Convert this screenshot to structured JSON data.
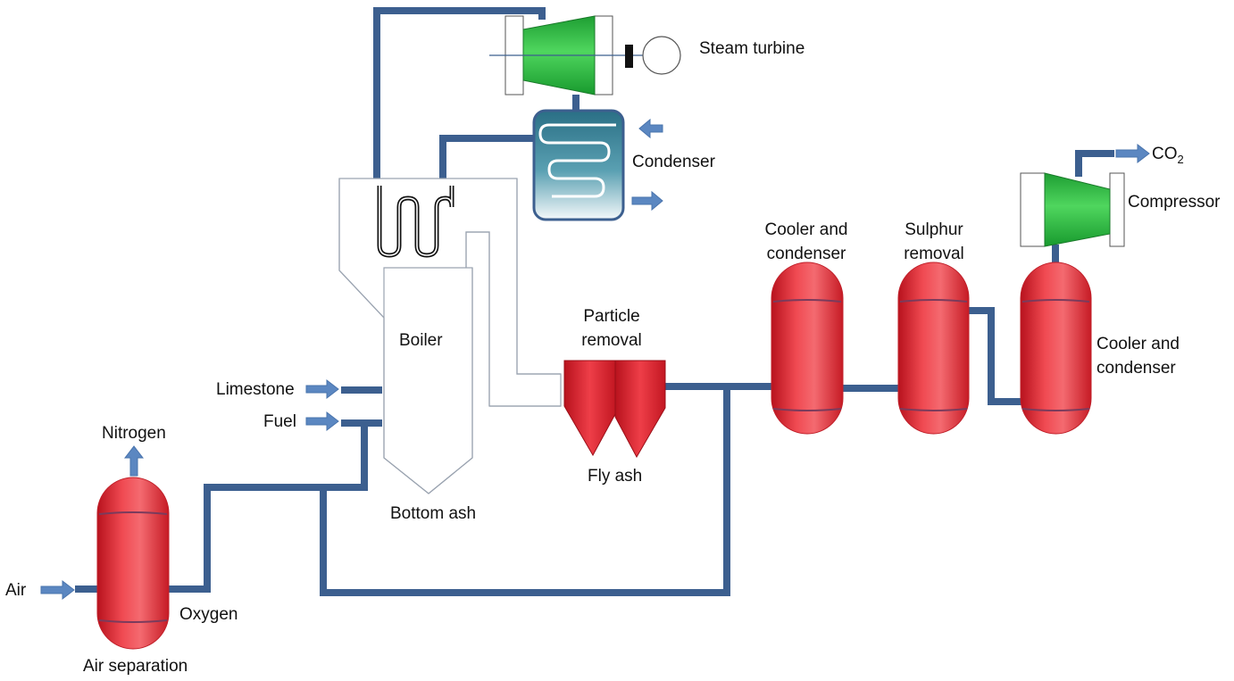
{
  "diagram": {
    "labels": {
      "steam_turbine": "Steam turbine",
      "condenser": "Condenser",
      "co2": "CO",
      "co2_subscript": "2",
      "compressor": "Compressor",
      "cooler_condenser_top_line1": "Cooler and",
      "cooler_condenser_top_line2": "condenser",
      "sulphur_removal_line1": "Sulphur",
      "sulphur_removal_line2": "removal",
      "particle_removal_line1": "Particle",
      "particle_removal_line2": "removal",
      "boiler": "Boiler",
      "limestone": "Limestone",
      "fuel": "Fuel",
      "nitrogen": "Nitrogen",
      "fly_ash": "Fly ash",
      "bottom_ash": "Bottom ash",
      "cooler_condenser_right_line1": "Cooler and",
      "cooler_condenser_right_line2": "condenser",
      "air": "Air",
      "oxygen": "Oxygen",
      "air_separation": "Air separation"
    },
    "colors": {
      "pipe": "#3c5f8f",
      "vessel_red": "#e8343e",
      "turbine_green": "#22b83a",
      "arrow_blue": "#5b87c1",
      "condenser_teal": "#2f7a8c"
    }
  }
}
